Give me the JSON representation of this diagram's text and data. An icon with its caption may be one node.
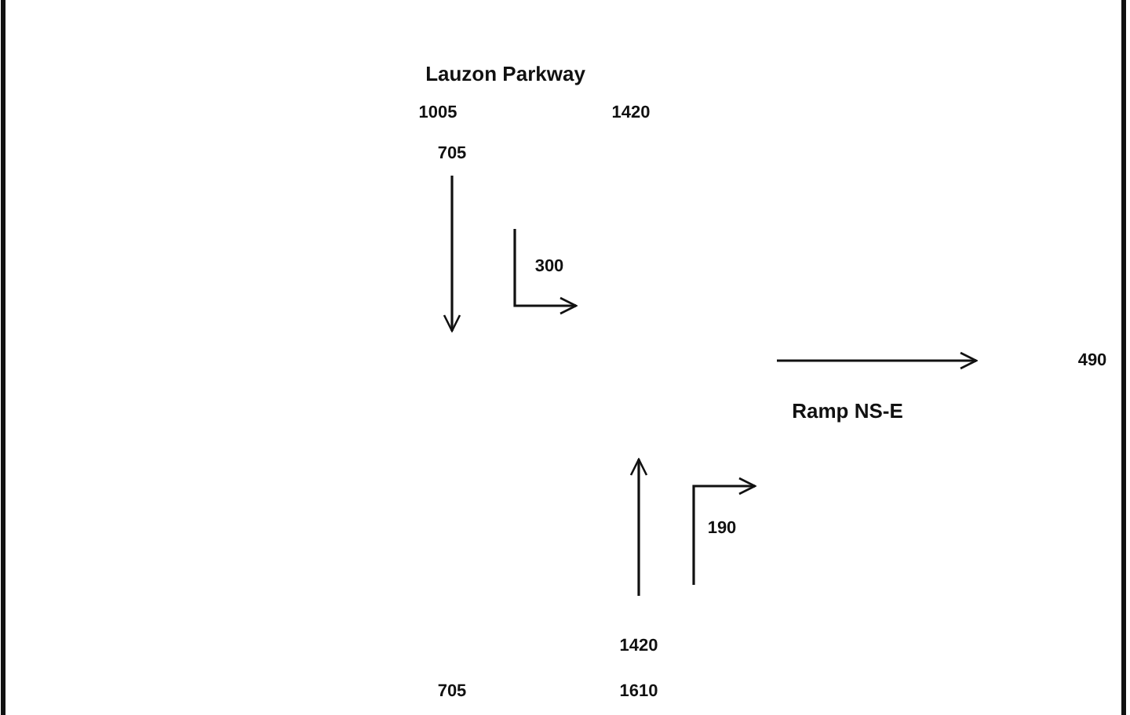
{
  "diagram": {
    "labels": [
      "Lauzon Parkway",
      "1005",
      "1420",
      "705",
      "300",
      "490",
      "Ramp NS-E",
      "190",
      "1420",
      "705",
      "1610"
    ]
  }
}
